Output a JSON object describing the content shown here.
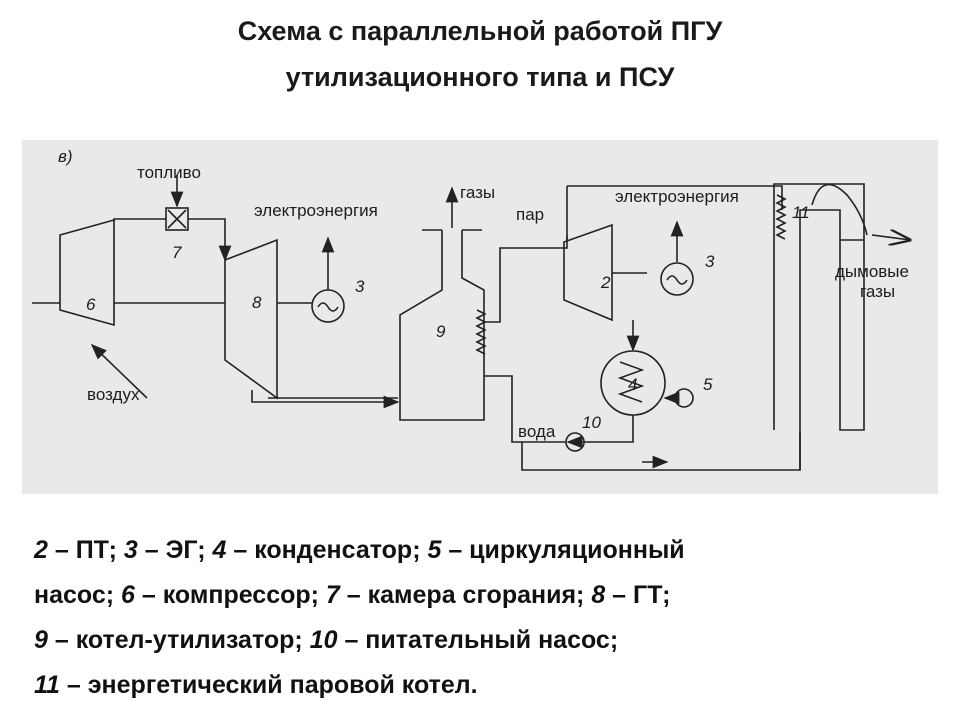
{
  "title": {
    "line1": "Схема с параллельной работой ПГУ",
    "line2": "утилизационного типа и ПСУ"
  },
  "diagram": {
    "panel_label": "в)",
    "labels": {
      "fuel": "топливо",
      "air": "воздух",
      "gases": "газы",
      "electricity_left": "электроэнергия",
      "electricity_right": "электроэнергия",
      "steam": "пар",
      "water": "вода",
      "flue_gases": "дымовые газы"
    },
    "numbers": {
      "n2": "2",
      "n3a": "3",
      "n3b": "3",
      "n4": "4",
      "n5": "5",
      "n6": "6",
      "n7": "7",
      "n8": "8",
      "n9": "9",
      "n10": "10",
      "n11": "11"
    }
  },
  "legend": [
    [
      {
        "n": "2",
        "t": " – ПТ; "
      },
      {
        "n": "3",
        "t": " – ЭГ; "
      },
      {
        "n": "4",
        "t": " – конденсатор; "
      },
      {
        "n": "5",
        "t": " – циркуляционный"
      }
    ],
    [
      {
        "n": "",
        "t": "насос; "
      },
      {
        "n": "6",
        "t": " – компрессор; "
      },
      {
        "n": "7",
        "t": " – камера сгорания; "
      },
      {
        "n": "8",
        "t": " – ГТ;"
      }
    ],
    [
      {
        "n": "9",
        "t": " – котел-утилизатор; "
      },
      {
        "n": "10",
        "t": " – питательный насос;"
      }
    ],
    [
      {
        "n": "11",
        "t": " – энергетический паровой котел."
      }
    ]
  ]
}
